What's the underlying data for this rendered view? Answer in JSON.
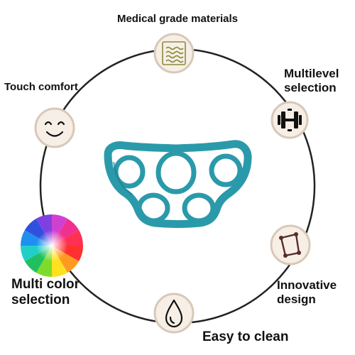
{
  "features": [
    {
      "id": "medical",
      "label_lines": [
        "Medical grade materials"
      ],
      "icon": "fabric-waves-icon"
    },
    {
      "id": "touch",
      "label_lines": [
        "Touch comfort"
      ],
      "icon": "smiley-face-icon"
    },
    {
      "id": "multilevel",
      "label_lines": [
        "Multilevel",
        "selection"
      ],
      "icon": "dumbbell-icon"
    },
    {
      "id": "color",
      "label_lines": [
        "Multi color",
        "selection"
      ],
      "icon": "color-wheel-icon"
    },
    {
      "id": "innovative",
      "label_lines": [
        "Innovative",
        "design"
      ],
      "icon": "quadrilateral-icon"
    },
    {
      "id": "clean",
      "label_lines": [
        "Easy to clean"
      ],
      "icon": "water-drop-icon"
    }
  ],
  "colors": {
    "ring": "#222222",
    "badge_fill": "#f7efe6",
    "badge_stroke": "#d8c8b8",
    "product": "#2a9aaa",
    "product_dark": "#1d7d8b",
    "icon_olive": "#8a8a3a",
    "icon_maroon": "#5a2a2a"
  }
}
